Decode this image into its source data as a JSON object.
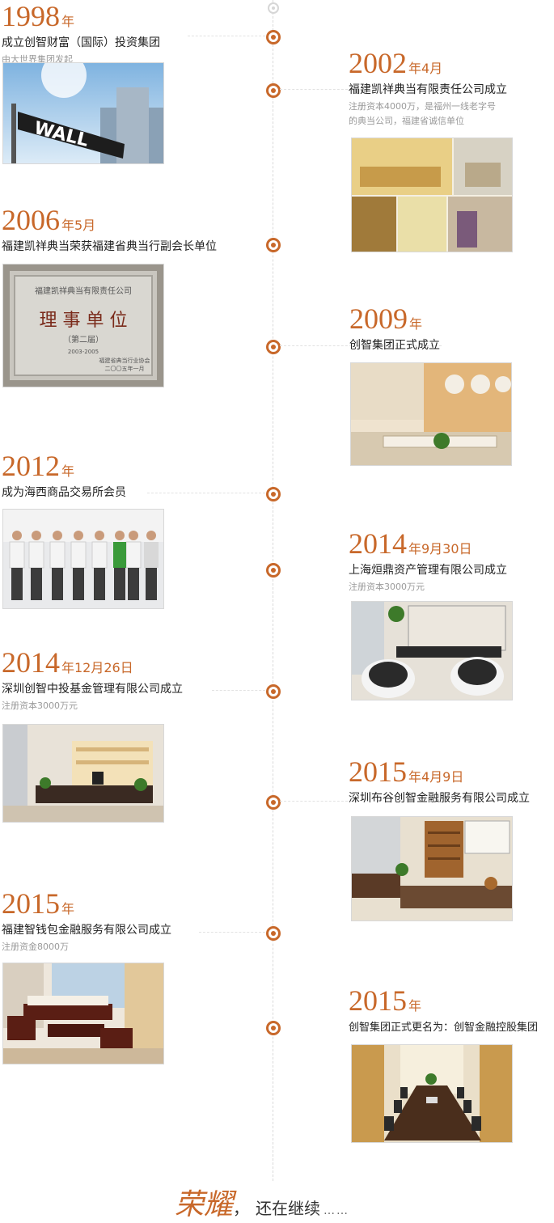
{
  "colors": {
    "accent": "#c8682a",
    "text": "#222222",
    "muted": "#9a9a9a"
  },
  "entries": [
    {
      "year": "1998",
      "suffix": "年",
      "title": "成立创智财富（国际）投资集团",
      "desc": "由大世界集团发起",
      "photo_icon": "wall-street-sign"
    },
    {
      "year": "2002",
      "suffix": "年4月",
      "title": "福建凯祥典当有限责任公司成立",
      "desc": "注册资本4000万，是福州一线老字号",
      "desc2": "的典当公司，福建省诚信单位",
      "photo_icon": "office-interior"
    },
    {
      "year": "2006",
      "suffix": "年5月",
      "title": "福建凯祥典当荣获福建省典当行副会长单位",
      "photo_icon": "award-plaque",
      "plaque": {
        "line1": "福建凯祥典当有限责任公司",
        "line2": "理 事 单 位",
        "line3": "（第二届）",
        "line4": "2003-2005",
        "line5": "福建省典当行业协会",
        "line6": "二〇〇五年一月"
      }
    },
    {
      "year": "2009",
      "suffix": "年",
      "title": "创智集团正式成立",
      "photo_icon": "reception-room"
    },
    {
      "year": "2012",
      "suffix": "年",
      "title": "成为海西商品交易所会员",
      "photo_icon": "group-photo"
    },
    {
      "year": "2014",
      "suffix": "年9月30日",
      "title": "上海烜鼎资产管理有限公司成立",
      "desc": "注册资本3000万元",
      "photo_icon": "office-chairs"
    },
    {
      "year": "2014",
      "suffix": "年12月26日",
      "title": "深圳创智中投基金管理有限公司成立",
      "desc": "注册资本3000万元",
      "photo_icon": "executive-office"
    },
    {
      "year": "2015",
      "suffix": "年4月9日",
      "title": "深圳布谷创智金融服务有限公司成立",
      "photo_icon": "study-room"
    },
    {
      "year": "2015",
      "suffix": "年",
      "title": "福建智钱包金融服务有限公司成立",
      "desc": "注册资金8000万",
      "photo_icon": "lounge-sofa"
    },
    {
      "year": "2015",
      "suffix": "年",
      "title": "创智集团正式更名为：创智金融控股集团",
      "photo_icon": "conference-room"
    }
  ],
  "footer": {
    "big": "荣耀",
    "comma": "，",
    "small": "还在继续",
    "dots": "……"
  }
}
